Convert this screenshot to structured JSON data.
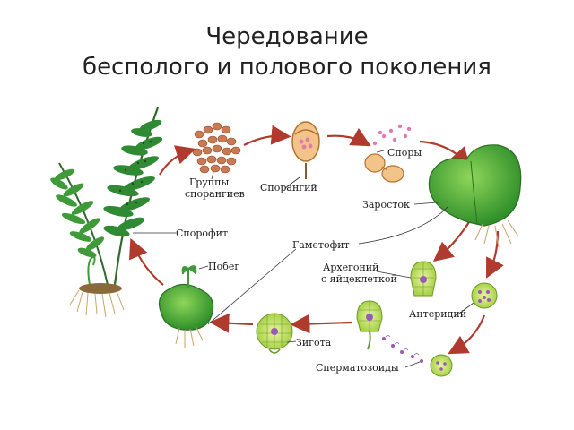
{
  "title": {
    "line1": "Чередование",
    "line2": "бесполого и полового поколения"
  },
  "labels": {
    "sporangia_groups_1": "Группы",
    "sporangia_groups_2": "спорангиев",
    "sporangium": "Спорангий",
    "spores": "Споры",
    "prothallus": "Заросток",
    "sporophyte": "Спорофит",
    "gametophyte": "Гаметофит",
    "shoot": "Побег",
    "archegonium_1": "Архегоний",
    "archegonium_2": "с яйцеклеткой",
    "antheridium": "Антеридий",
    "zygote": "Зигота",
    "spermatozoids": "Сперматозоиды"
  },
  "colors": {
    "arrow": "#b03a2e",
    "leaf_dark": "#2e7d32",
    "leaf_light": "#66bb44",
    "prothallus": "#55b83a",
    "sporangia": "#c97a52",
    "cell_fill": "#b8dd5a",
    "egg_purple": "#9b59b6",
    "root": "#c9a36a"
  }
}
